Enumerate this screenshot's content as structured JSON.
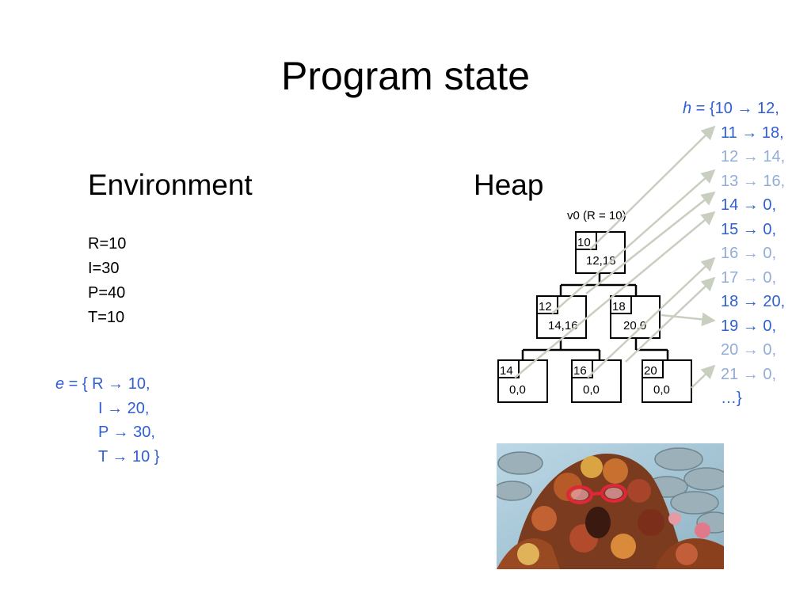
{
  "slide": {
    "title": "Program state",
    "environment_heading": "Environment",
    "heap_heading": "Heap"
  },
  "env_vars": [
    "R=10",
    "I=30",
    "P=40",
    "T=10"
  ],
  "env_map": {
    "var_name": "e",
    "rows": [
      {
        "text": " = { R → 10,"
      },
      {
        "text": "I → 20,"
      },
      {
        "text": "P → 30,"
      },
      {
        "text": "T → 10 }"
      }
    ]
  },
  "heap_map": {
    "var_name": "h",
    "rows": [
      {
        "text": " = {10 → 12,",
        "tone": "dark"
      },
      {
        "text": "11 → 18,",
        "tone": "dark"
      },
      {
        "text": "12 → 14,",
        "tone": "light"
      },
      {
        "text": "13 → 16,",
        "tone": "light"
      },
      {
        "text": "14 → 0,",
        "tone": "dark"
      },
      {
        "text": "15 → 0,",
        "tone": "dark"
      },
      {
        "text": "16 → 0,",
        "tone": "light"
      },
      {
        "text": "17 → 0,",
        "tone": "light"
      },
      {
        "text": "18 → 20,",
        "tone": "dark"
      },
      {
        "text": "19 → 0,",
        "tone": "dark"
      },
      {
        "text": "20 → 0,",
        "tone": "light"
      },
      {
        "text": "21 → 0,",
        "tone": "light"
      },
      {
        "text": "…}",
        "tone": "dark"
      }
    ]
  },
  "tree": {
    "root_label": "v0 (R = 10)",
    "nodes": [
      {
        "addr": "10",
        "value": "12,18"
      },
      {
        "addr": "12",
        "value": "14,16"
      },
      {
        "addr": "18",
        "value": "20,0"
      },
      {
        "addr": "14",
        "value": "0,0"
      },
      {
        "addr": "16",
        "value": "0,0"
      },
      {
        "addr": "20",
        "value": "0,0"
      }
    ]
  },
  "colors": {
    "dark_blue": "#2f5fd0",
    "light_blue": "#92acd8",
    "arrow": "#c8cfc0"
  },
  "photo": {
    "subject": "leaf-pile-creature-with-red-glasses"
  }
}
